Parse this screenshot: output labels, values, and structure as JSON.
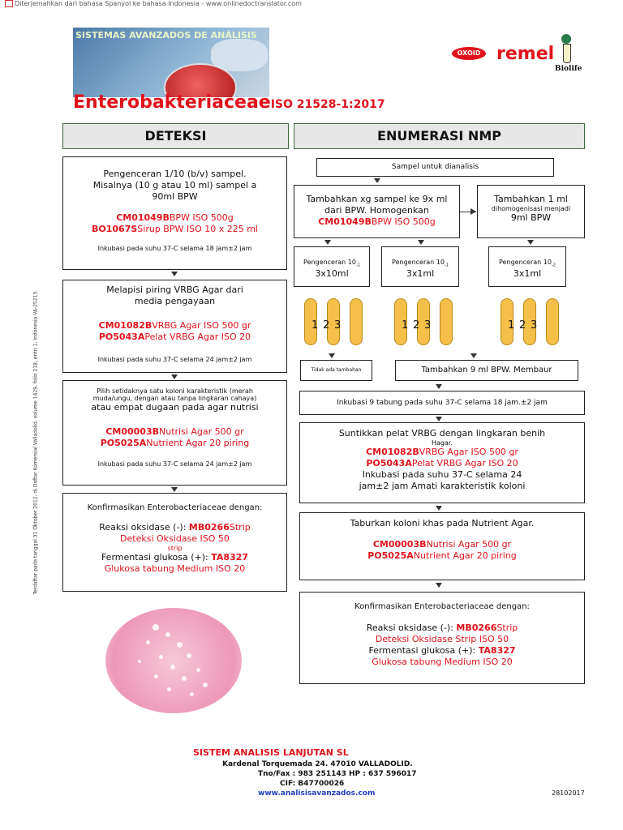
{
  "translation_banner": "Diterjemahkan dari bahasa Spanyol ke bahasa Indonesia - www.onlinedoctranslator.com",
  "header": {
    "banner_title": "SISTEMAS AVANZADOS DE ANÁLISIS",
    "logos": {
      "oxoid": "OXOID",
      "remel": "remel",
      "biolife": "Biolife"
    },
    "title": "Enterobakteriaceae",
    "iso": "ISO 21528-1:2017"
  },
  "columns": {
    "left": "DETEKSI",
    "right": "ENUMERASI NMP"
  },
  "left": {
    "box1": {
      "l1": "Pengenceran 1/10 (b/v) sampel.",
      "l2": "Misalnya (10 g atau 10 ml) sampel a",
      "l3": "90ml BPW",
      "code1": "CM01049B",
      "desc1": "BPW ISO 500g",
      "code2": "BO1067S",
      "desc2": "Sirup BPW ISO 10 x 225 ml",
      "incub": "Inkubasi pada suhu 37-C selama 18 jam±2 jam"
    },
    "box2": {
      "l1": "Melapisi piring VRBG Agar dari",
      "l2": "media pengayaan",
      "code1": "CM01082B",
      "desc1": "VRBG Agar ISO 500 gr",
      "code2": "PO5043A",
      "desc2": "Pelat VRBG Agar ISO 20",
      "incub": "Inkubasi pada suhu 37-C selama 24 jam±2 jam"
    },
    "box3": {
      "l1": "Pilih setidaknya satu koloni karakteristik (merah",
      "l2": "muda/ungu, dengan atau tanpa lingkaran cahaya)",
      "l3": "atau empat dugaan pada agar nutrisi",
      "code1": "CM00003B",
      "desc1": "Nutrisi Agar 500 gr",
      "code2": "PO5025A",
      "desc2": "Nutrient Agar 20 piring",
      "incub": "Inkubasi pada suhu 37-C selama 24 jam±2 jam"
    },
    "box4": {
      "l1": "Konfirmasikan Enterobacteriaceae dengan:",
      "ox": "Reaksi oksidase (-): ",
      "ox_code": "MB0266",
      "ox_strip": "Strip",
      "ox_desc": "Deteksi Oksidase ISO 50",
      "strip": "strip",
      "ferm": "Fermentasi glukosa (+): ",
      "ferm_code": "TA8327",
      "ferm_desc": "Glukosa tabung Medium ISO 20"
    }
  },
  "right": {
    "sample": "Sampel untuk dianalisis",
    "add1": {
      "l1": "Tambahkan xg sampel ke 9x ml",
      "l2": "dari BPW. Homogenkan",
      "code": "CM01049B",
      "desc": "BPW ISO 500g"
    },
    "add2": {
      "l1": "Tambahkan 1 ml",
      "l2": "dihomogenisasi menjadi",
      "l3": "9ml BPW"
    },
    "dil": [
      {
        "label": "Pengenceran 10",
        "sub": "-1",
        "vol": "3x10ml"
      },
      {
        "label": "Pengenceran 10",
        "sub": "-1",
        "vol": "3x1ml"
      },
      {
        "label": "Pengenceran 10",
        "sub": "-2",
        "vol": "3x1ml"
      }
    ],
    "tube_nums": [
      "1",
      "2",
      "3"
    ],
    "no_add": "Tidak ada tambahan",
    "add9": "Tambahkan 9 ml BPW. Membaur",
    "incub9": "Inkubasi 9 tabung pada suhu 37-C selama 18 jam.±2 jam",
    "inject": {
      "l1": "Suntikkan pelat VRBG dengan lingkaran benih",
      "l2": "Hagar.",
      "code1": "CM01082B",
      "desc1": "VRBG Agar ISO 500 gr",
      "code2": "PO5043A",
      "desc2": "Pelat VRBG Agar ISO 20",
      "l3": "Inkubasi pada suhu 37-C selama 24",
      "l4": "jam±2 jam Amati karakteristik koloni"
    },
    "spread": {
      "l1": "Taburkan koloni khas pada Nutrient Agar.",
      "code1": "CM00003B",
      "desc1": "Nutrisi Agar 500 gr",
      "code2": "PO5025A",
      "desc2": "Nutrient Agar 20 piring"
    },
    "confirm": {
      "l1": "Konfirmasikan Enterobacteriaceae dengan:",
      "ox": "Reaksi oksidase (-): ",
      "ox_code": "MB0266",
      "ox_strip": "Strip",
      "ox_desc": "Deteksi Oksidase Strip ISO 50",
      "ferm": "Fermentasi glukosa (+): ",
      "ferm_code": "TA8327",
      "ferm_desc": "Glukosa tabung Medium ISO 20"
    }
  },
  "side_note": "Terdaftar pada tanggal 31 Oktober 2012, di Daftar Komersial Valladolid, volume 1429, folio 218, entri 1, Indonesia VA-25213.",
  "footer": {
    "company": "SISTEM ANALISIS LANJUTAN SL",
    "addr": "Kardenal Torquemada 24. 47010 VALLADOLID.",
    "tel": "Tno/Fax : 983 251143 HP : 637 596017",
    "cif": "CIF: B47700026",
    "web": "www.analisisavanzados.com",
    "code": "28102017"
  }
}
